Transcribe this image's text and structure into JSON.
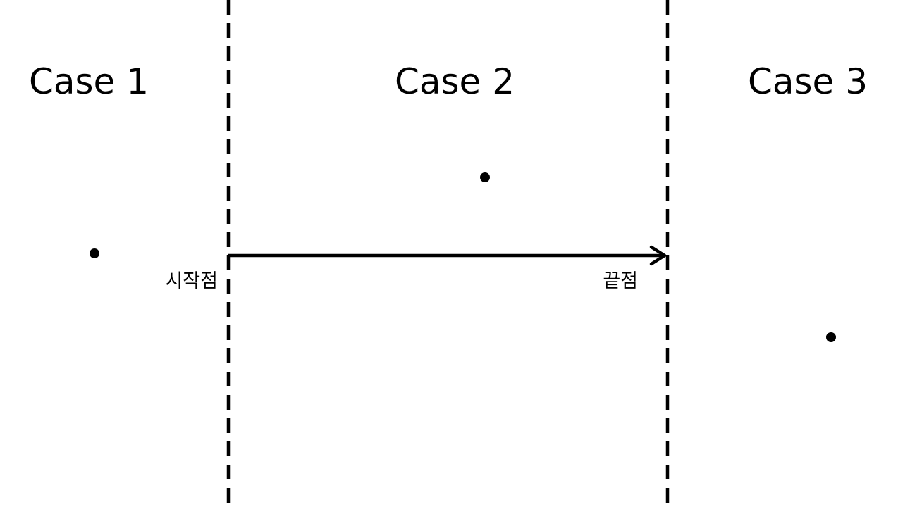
{
  "cases": [
    {
      "label": "Case 1"
    },
    {
      "label": "Case 2"
    },
    {
      "label": "Case 3"
    }
  ],
  "segment": {
    "start_label": "시작점",
    "end_label": "끝점"
  },
  "colors": {
    "ink": "#000000",
    "background": "#ffffff"
  }
}
